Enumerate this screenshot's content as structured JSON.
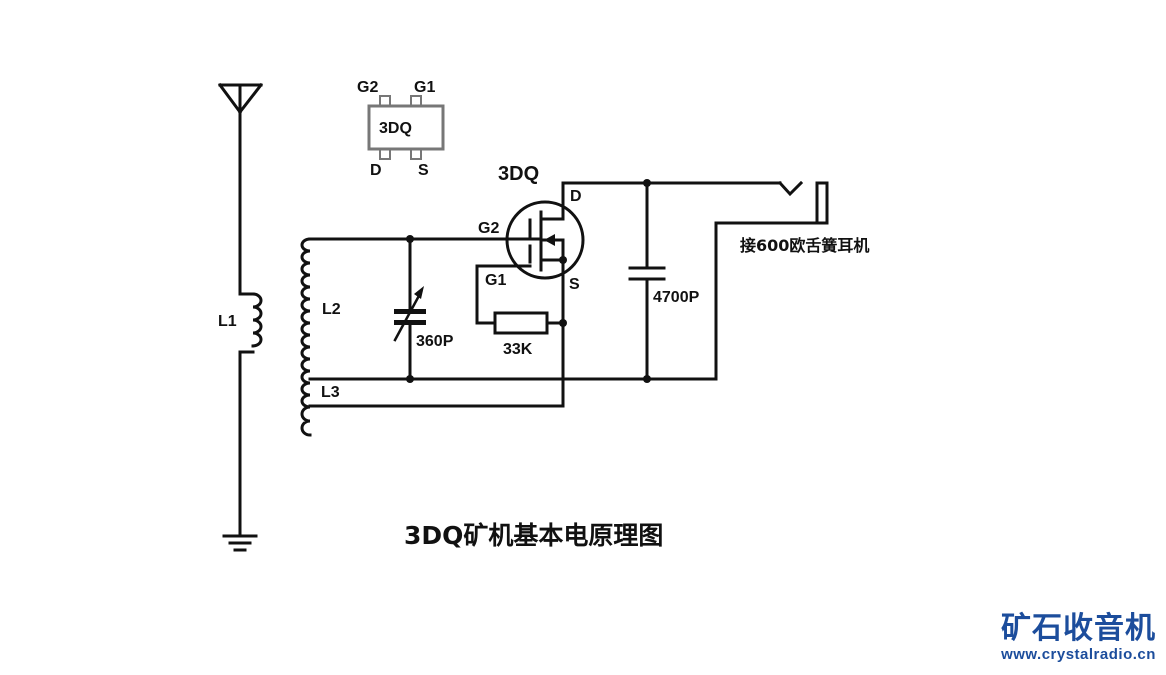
{
  "title": "3DQ矿机基本电原理图",
  "package": {
    "body_label": "3DQ",
    "pins": {
      "top_left": "G2",
      "top_right": "G1",
      "bottom_left": "D",
      "bottom_right": "S"
    }
  },
  "transistor": {
    "name": "3DQ",
    "pin_labels": {
      "drain": "D",
      "source": "S",
      "gate2": "G2",
      "gate1": "G1"
    }
  },
  "components": {
    "l1": "L1",
    "l2": "L2",
    "l3": "L3",
    "variable_capacitor": "360P",
    "resistor": "33K",
    "capacitor": "4700P"
  },
  "earphone_label": "接600欧舌簧耳机",
  "icons": {
    "antenna": "antenna-icon",
    "ground": "ground-icon",
    "earphone_jack": "earphone-jack-icon"
  },
  "watermark": {
    "name": "矿石收音机",
    "url": "www.crystalradio.cn",
    "color": "#1c4d9c"
  }
}
